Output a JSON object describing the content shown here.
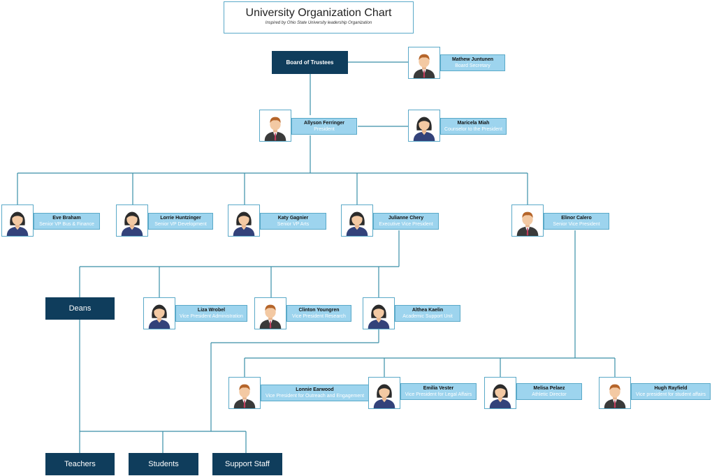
{
  "header": {
    "title": "University Organization Chart",
    "subtitle": "Inspired by Ohio State University leadership Organization"
  },
  "colors": {
    "dark_box": "#0f3d5c",
    "label_fill": "#9dd4ee",
    "line": "#3a8fa8"
  },
  "units": {
    "board": "Board of Trustees",
    "deans": "Deans",
    "teachers": "Teachers",
    "students": "Students",
    "support_staff": "Support Staff"
  },
  "people": {
    "mathew": {
      "name": "Mathew Juntunen",
      "role": "Board Secretary",
      "avatar": "male-avatar-icon"
    },
    "allyson": {
      "name": "Allyson Ferringer",
      "role": "President",
      "avatar": "male-avatar-icon"
    },
    "maricela": {
      "name": "Maricela Miah",
      "role": "Counselor to the President",
      "avatar": "female-avatar-icon"
    },
    "eve": {
      "name": "Eve Braham",
      "role": "Senior VP Bus & Finance",
      "avatar": "female-avatar-icon"
    },
    "lorrie": {
      "name": "Lorrie Huntzinger",
      "role": "Senior VP Development",
      "avatar": "female-avatar-icon"
    },
    "katy": {
      "name": "Katy Gagnier",
      "role": "Senior VP Arts",
      "avatar": "female-avatar-icon"
    },
    "julianne": {
      "name": "Julianne Chery",
      "role": "Executive Vice President",
      "avatar": "female-avatar-icon"
    },
    "elinor": {
      "name": "Elinor Calero",
      "role": "Senior Vice President",
      "avatar": "male-avatar-icon"
    },
    "liza": {
      "name": "Liza Wrobel",
      "role": "Vice President Administration",
      "avatar": "female-avatar-icon"
    },
    "clinton": {
      "name": "Clinton Youngren",
      "role": "Vice President Research",
      "avatar": "male-avatar-icon"
    },
    "althea": {
      "name": "Althea Kaelin",
      "role": "Academic Support Unit",
      "avatar": "female-avatar-icon"
    },
    "lonnie": {
      "name": "Lonnie Earwood",
      "role": "Vice President for Outreach and Engagement",
      "avatar": "male-avatar-icon"
    },
    "emilia": {
      "name": "Emilia Vester",
      "role": "Vice President for Legal Affairs",
      "avatar": "female-avatar-icon"
    },
    "melisa": {
      "name": "Melisa Pelaez",
      "role": "Athletic Director",
      "avatar": "female-avatar-icon"
    },
    "hugh": {
      "name": "Hugh Rayfield",
      "role": "Vice president for student affairs",
      "avatar": "male-avatar-icon"
    }
  }
}
